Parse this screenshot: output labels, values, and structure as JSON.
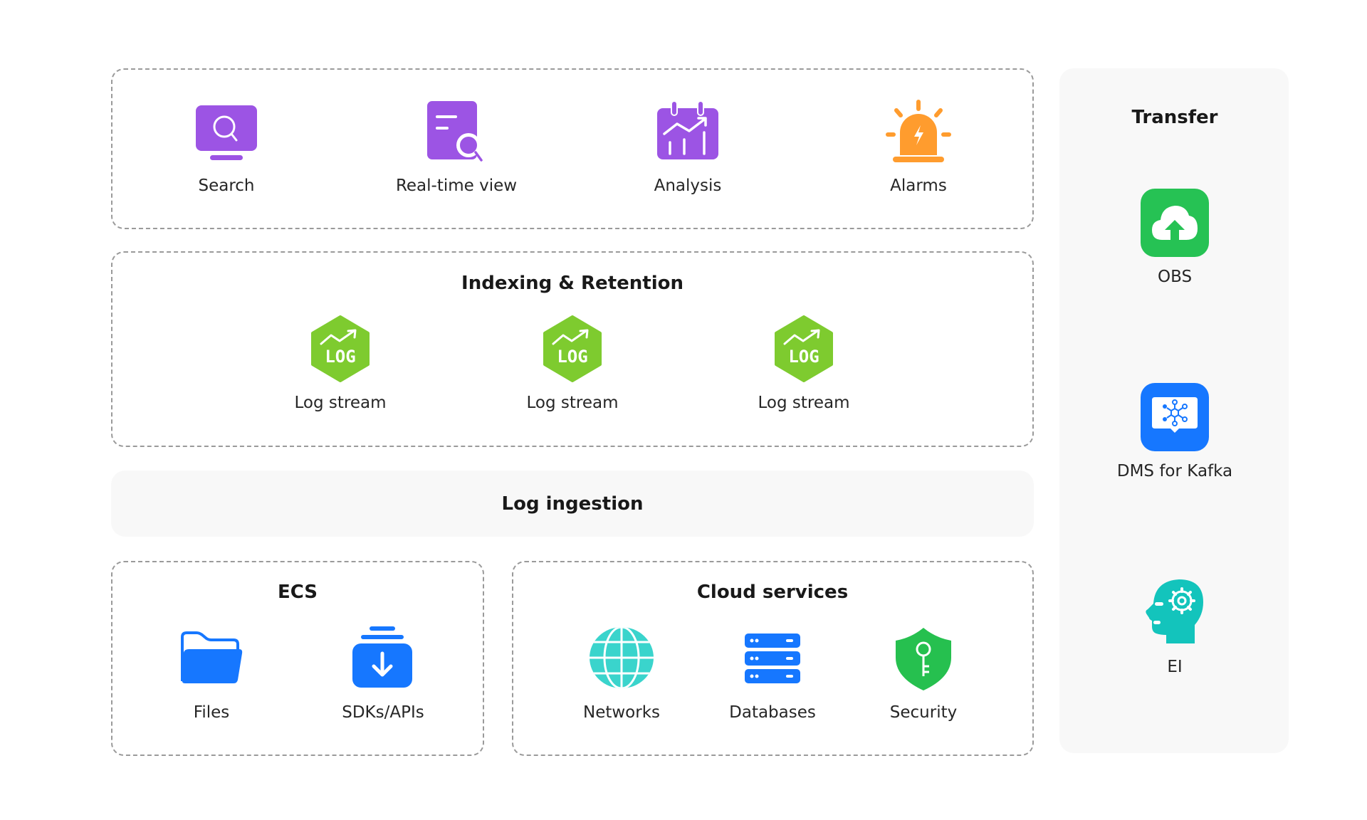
{
  "top_section": {
    "items": [
      {
        "label": "Search",
        "icon": "monitor-search-icon",
        "color": "#9c54e4"
      },
      {
        "label": "Real-time view",
        "icon": "document-search-icon",
        "color": "#9c54e4"
      },
      {
        "label": "Analysis",
        "icon": "calendar-chart-icon",
        "color": "#9c54e4"
      },
      {
        "label": "Alarms",
        "icon": "alarm-light-icon",
        "color": "#ff9c2e"
      }
    ]
  },
  "indexing": {
    "title": "Indexing & Retention",
    "items": [
      {
        "label": "Log stream",
        "icon": "log-hexagon-icon",
        "icon_text": "LOG",
        "color": "#7ecb2f"
      },
      {
        "label": "Log stream",
        "icon": "log-hexagon-icon",
        "icon_text": "LOG",
        "color": "#7ecb2f"
      },
      {
        "label": "Log stream",
        "icon": "log-hexagon-icon",
        "icon_text": "LOG",
        "color": "#7ecb2f"
      }
    ]
  },
  "ingestion": {
    "title": "Log ingestion"
  },
  "ecs": {
    "title": "ECS",
    "items": [
      {
        "label": "Files",
        "icon": "folder-icon",
        "color": "#1677ff"
      },
      {
        "label": "SDKs/APIs",
        "icon": "download-tray-icon",
        "color": "#1677ff"
      }
    ]
  },
  "cloud_services": {
    "title": "Cloud services",
    "items": [
      {
        "label": "Networks",
        "icon": "globe-icon",
        "color": "#3ad4cc"
      },
      {
        "label": "Databases",
        "icon": "database-server-icon",
        "color": "#1677ff"
      },
      {
        "label": "Security",
        "icon": "shield-key-icon",
        "color": "#26c04f"
      }
    ]
  },
  "transfer": {
    "title": "Transfer",
    "items": [
      {
        "label": "OBS",
        "icon": "cloud-upload-icon",
        "color": "#26c254"
      },
      {
        "label": "DMS for Kafka",
        "icon": "kafka-hub-icon",
        "color": "#1677ff"
      },
      {
        "label": "EI",
        "icon": "ai-head-gear-icon",
        "color": "#13c4bc"
      }
    ]
  }
}
